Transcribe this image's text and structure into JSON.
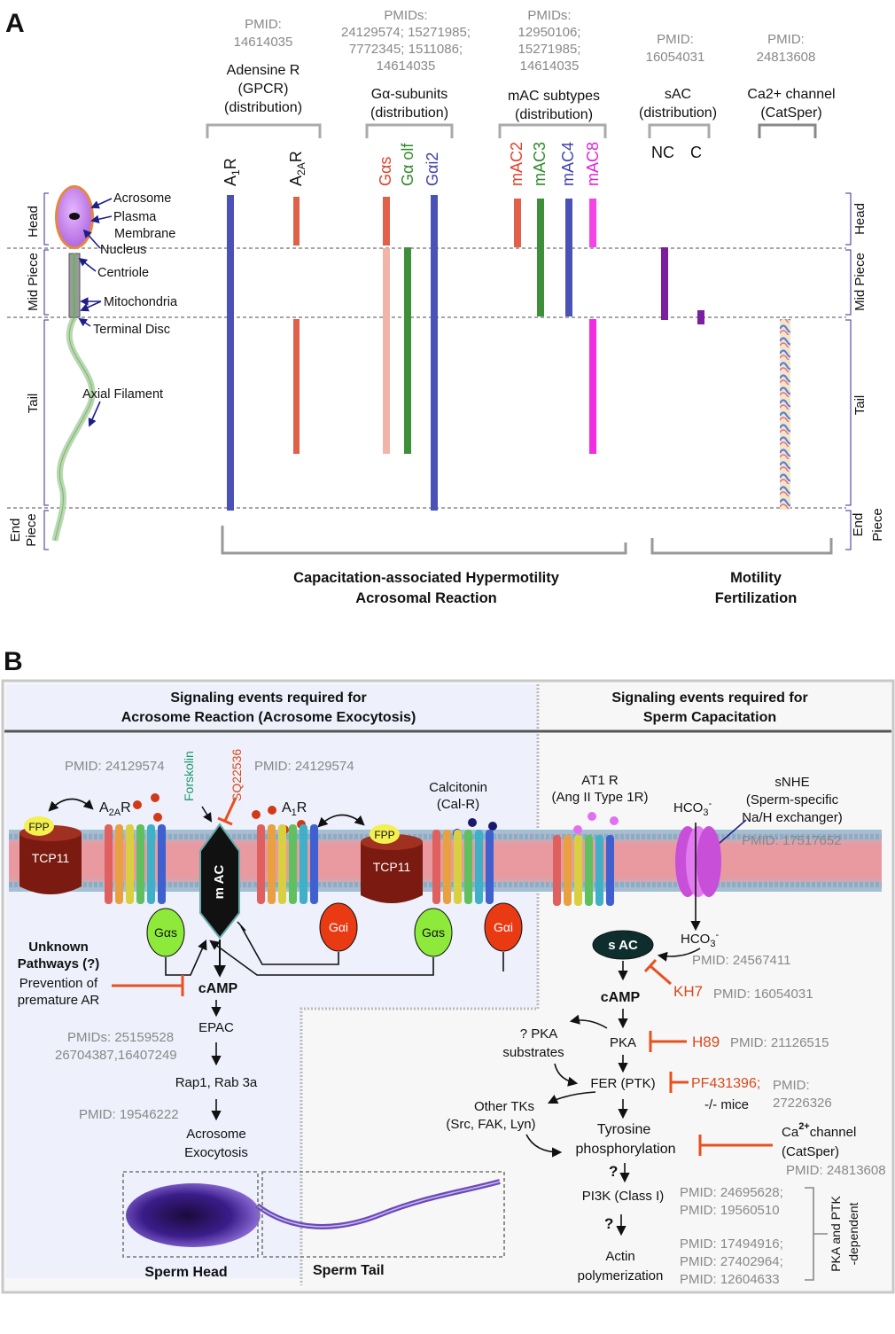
{
  "panelA": {
    "label": "A",
    "groups": [
      {
        "pmid": [
          "PMID:",
          "14614035"
        ],
        "title": [
          "Adensine R",
          "(GPCR)",
          "(distribution)"
        ],
        "cols": [
          "A1R",
          "A2AR"
        ]
      },
      {
        "pmid": [
          "PMIDs:",
          "24129574; 15271985;",
          "7772345; 1511086;",
          "14614035"
        ],
        "title": [
          "Gα-subunits",
          "(distribution)"
        ],
        "cols": [
          "Gαs",
          "Gα olf",
          "Gαi2"
        ]
      },
      {
        "pmid": [
          "PMIDs:",
          "12950106;",
          "15271985;",
          "14614035"
        ],
        "title": [
          "mAC subtypes",
          "(distribution)"
        ],
        "cols": [
          "mAC2",
          "mAC3",
          "mAC4",
          "mAC8"
        ]
      },
      {
        "pmid": [
          "PMID:",
          "16054031"
        ],
        "title": [
          "sAC",
          "(distribution)"
        ],
        "cols": [
          "NC",
          "C"
        ]
      },
      {
        "pmid": [
          "PMID:",
          "24813608"
        ],
        "title": [
          "Ca2+ channel",
          "(CatSper)"
        ],
        "cols": []
      }
    ],
    "regions_left": [
      "Head",
      "Mid Piece",
      "Tail",
      "End Piece"
    ],
    "regions_right": [
      "Head",
      "Mid Piece",
      "Tail",
      "End Piece"
    ],
    "sperm_labels": [
      "Acrosome",
      "Plasma",
      "Membrane",
      "Nucleus",
      "Centriole",
      "Mitochondria",
      "Terminal Disc",
      "Axial Filament"
    ],
    "functions_left": [
      "Capacitation-associated Hypermotility",
      "Acrosomal Reaction"
    ],
    "functions_right": [
      "Motility",
      "Fertilization"
    ]
  },
  "panelB": {
    "label": "B",
    "left_header": [
      "Signaling events required for",
      "Acrosome Reaction (Acrosome Exocytosis)"
    ],
    "right_header": [
      "Signaling events required for",
      "Sperm Capacitation"
    ],
    "left": {
      "pmid_a": "PMID: 24129574",
      "pmid_b": "PMID: 24129574",
      "forskolin": "Forskolin",
      "sq": "SQ22536",
      "a2ar": "A2AR",
      "a1r": "A1R",
      "calcitonin": [
        "Calcitonin",
        "(Cal-R)"
      ],
      "fpp": "FPP",
      "tcp11": "TCP11",
      "mac": "m AC",
      "gas": "Gαs",
      "gai": "Gαi",
      "unknown": [
        "Unknown",
        "Pathways (?)",
        "Prevention of",
        "premature AR"
      ],
      "camp": "cAMP",
      "epac": "EPAC",
      "pmids_epac": [
        "PMIDs: 25159528",
        "26704387,16407249"
      ],
      "rap": "Rap1, Rab 3a",
      "pmid_rap": "PMID: 19546222",
      "exo": [
        "Acrosome",
        "Exocytosis"
      ],
      "sperm_head": "Sperm Head",
      "sperm_tail": "Sperm Tail"
    },
    "right": {
      "at1r": [
        "AT1 R",
        "(Ang II Type 1R)"
      ],
      "hco3_top": "HCO3-",
      "snhe": [
        "sNHE",
        "(Sperm-specific",
        "Na/H exchanger)"
      ],
      "pmid_snhe": "PMID: 17517652",
      "hco3_bot": "HCO3-",
      "sac": "s AC",
      "pmid_sac": "PMID: 24567411",
      "kh7": "KH7",
      "pmid_kh7": "PMID: 16054031",
      "camp": "cAMP",
      "pka_sub": [
        "? PKA",
        "substrates"
      ],
      "pka": "PKA",
      "h89": "H89",
      "pmid_h89": "PMID: 21126515",
      "fer": "FER (PTK)",
      "pf": "PF431396;",
      "mice": "-/- mice",
      "pmid_pf": [
        "PMID:",
        "27226326"
      ],
      "other_tks": [
        "Other TKs",
        "(Src, FAK, Lyn)"
      ],
      "tyr": [
        "Tyrosine",
        "phosphorylation"
      ],
      "catsper": [
        "Ca2+channel",
        "(CatSper)"
      ],
      "pmid_catsper": "PMID: 24813608",
      "q1": "?",
      "q2": "?",
      "pi3k": "PI3K (Class I)",
      "pmids_pi3k": [
        "PMID: 24695628;",
        "PMID: 19560510"
      ],
      "actin": [
        "Actin",
        "polymerization"
      ],
      "pmids_actin": [
        "PMID: 17494916;",
        "PMID: 27402964;",
        "PMID: 12604633"
      ],
      "pka_ptk": [
        "PKA and PTK",
        "-dependent"
      ]
    }
  },
  "colors": {
    "blue": "#4a52b8",
    "red": "#e0604a",
    "pink_light": "#f0b0a4",
    "green": "#3d8f3a",
    "magenta": "#f22ce0",
    "purple": "#7a1f9e",
    "orange_red": "#e8501e",
    "gray": "#8a8a8a"
  }
}
